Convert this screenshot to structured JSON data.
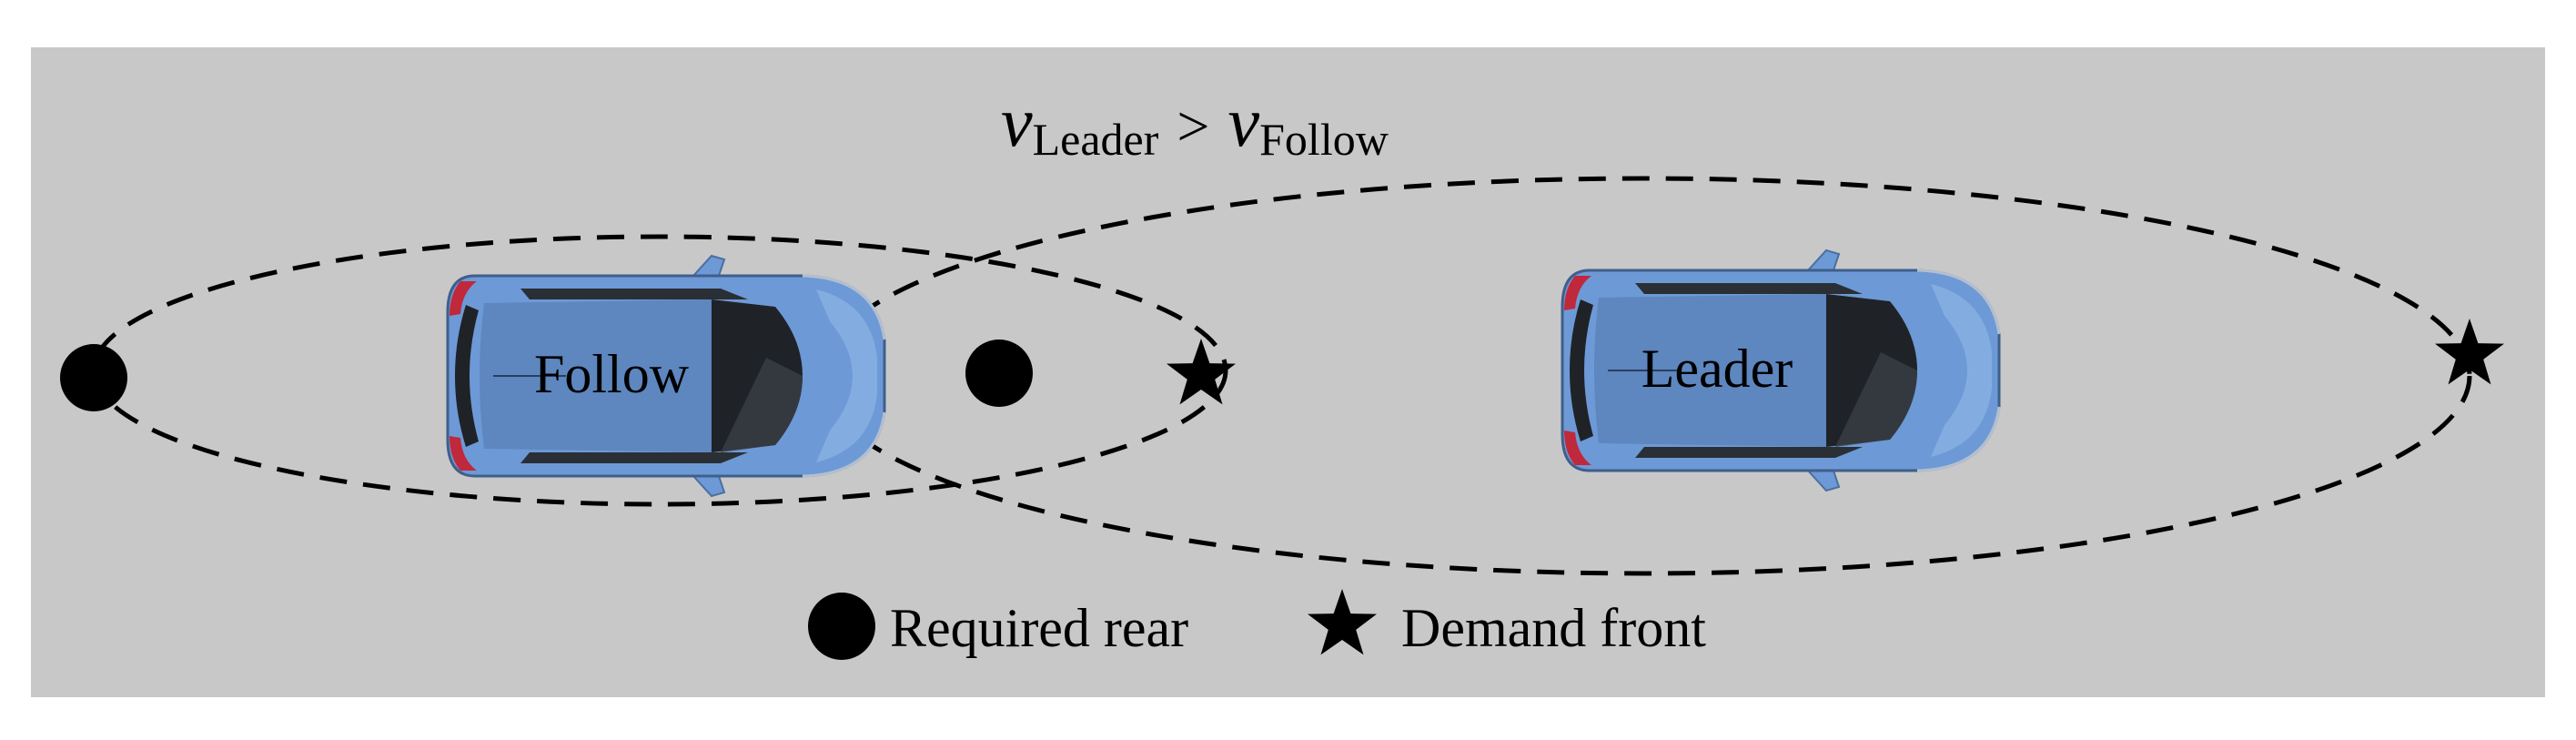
{
  "colors": {
    "background": "#c8c8c8",
    "car_body": "#6d9ad6",
    "car_body_light": "#8db5e6",
    "car_roof": "#5e86bf",
    "glass": "#1f2328",
    "brake_light": "#c0283c",
    "marker": "#000000"
  },
  "equation": {
    "left_symbol": "v",
    "left_subscript": "Leader",
    "operator": ">",
    "right_symbol": "v",
    "right_subscript": "Follow"
  },
  "cars": {
    "follow": {
      "label": "Follow"
    },
    "leader": {
      "label": "Leader"
    }
  },
  "legend": {
    "circle_label": "Required rear",
    "star_label": "Demand front"
  },
  "icons": {
    "circle": "filled-circle-icon",
    "star": "filled-star-icon",
    "car": "car-top-view-icon"
  }
}
